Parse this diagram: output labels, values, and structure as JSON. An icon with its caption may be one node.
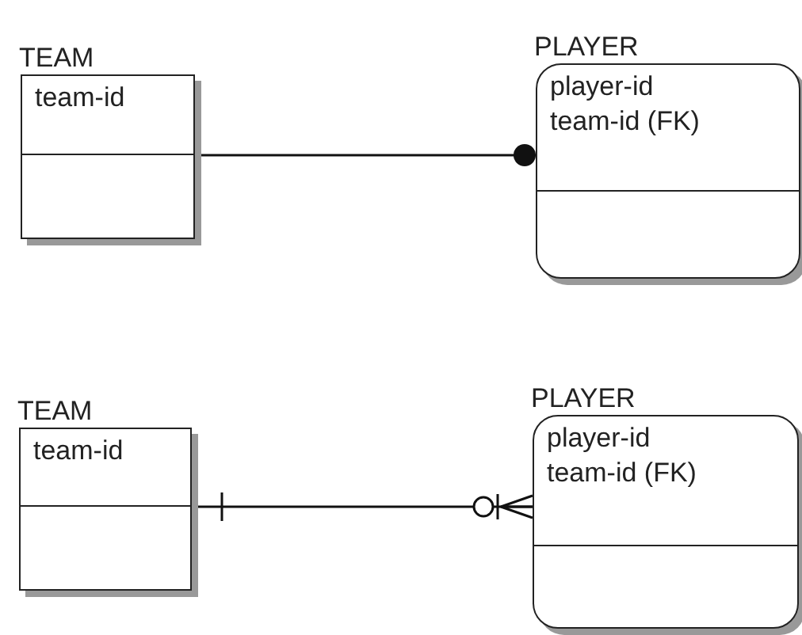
{
  "diagram": {
    "nodes": [
      {
        "text": [
          "TEAM",
          "team-id"
        ]
      },
      {
        "text": [
          "PLAYER",
          "player-id",
          "team-id (FK)"
        ]
      },
      {
        "text": [
          "TEAM",
          "team-id"
        ]
      },
      {
        "text": [
          "PLAYER",
          "player-id",
          "team-id (FK)"
        ]
      }
    ],
    "edges": [
      {
        "from": 0,
        "to": 1,
        "arrow": "other"
      },
      {
        "from": 2,
        "to": 3,
        "arrow": "other"
      }
    ]
  }
}
